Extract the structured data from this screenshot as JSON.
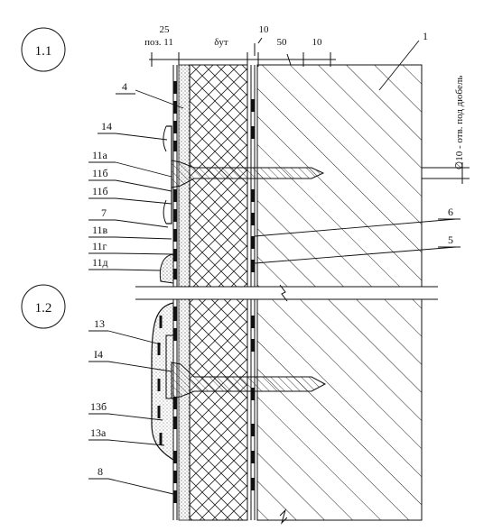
{
  "sections": {
    "s11": "1.1",
    "s12": "1.2"
  },
  "dimensions": {
    "d25": "25",
    "poz11": "поз. 11",
    "delta": "δут",
    "d10a": "10",
    "d50": "50",
    "d10b": "10"
  },
  "hole_note": "∅10 - отв. под дюбель",
  "callouts": {
    "c1": "1",
    "c4": "4",
    "c14a": "14",
    "c11a": "11а",
    "c11b1": "11б",
    "c11b2": "11б",
    "c7": "7",
    "c11v": "11в",
    "c11g": "11г",
    "c11d": "11д",
    "c6": "6",
    "c5": "5",
    "c13": "13",
    "c14b": "I4",
    "c13b": "13б",
    "c13a": "13а",
    "c8": "8"
  },
  "colors": {
    "ink": "#111111",
    "paper": "#ffffff"
  }
}
